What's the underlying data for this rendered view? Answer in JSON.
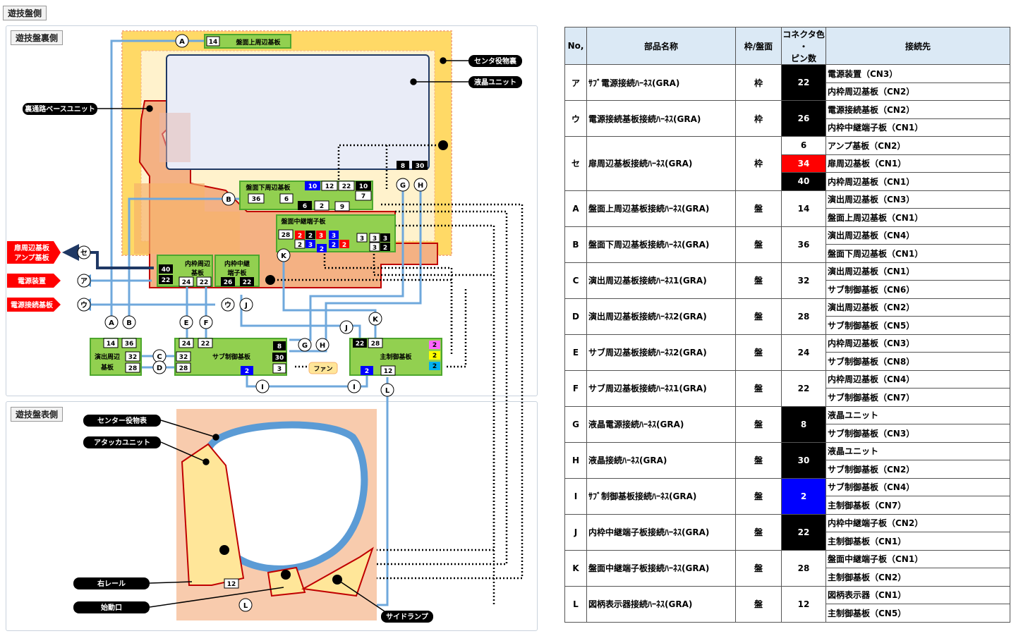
{
  "page_title": "遊技盤側",
  "section_back": "遊技盤裏側",
  "section_front": "遊技盤表側",
  "diagram": {
    "callouts": {
      "center_back": "センタ役物裏",
      "lcd_unit": "液晶ユニット",
      "base_unit": "裏通路ベースユニット",
      "center_front": "センター役物表",
      "attacker": "アタッカユニット",
      "right_rail": "右レール",
      "start_port": "始動口",
      "side_lamp": "サイドランプ"
    },
    "external": {
      "tobira": "扉周辺基板",
      "amp": "アンプ基板",
      "power": "電源装置",
      "power_conn": "電源接続基板"
    },
    "boards": {
      "upper": "盤面上周辺基板",
      "lower": "盤面下周辺基板",
      "relay": "盤面中継端子板",
      "inner_peri_1": "内枠周辺",
      "inner_peri_2": "基板",
      "inner_relay_1": "内枠中継",
      "inner_relay_2": "端子板",
      "enshutsu_1": "演出周辺",
      "enshutsu_2": "基板",
      "sub": "サブ制御基板",
      "main": "主制御基板",
      "fan": "ファン"
    },
    "pins": {
      "upper": "14",
      "lower_36": "36",
      "lower_6": "6",
      "n10": "10",
      "n12": "12",
      "n22": "22",
      "n7": "7",
      "n6": "6",
      "n2": "2",
      "n9": "9",
      "n28": "28",
      "n3": "3",
      "n40": "40",
      "n24": "24",
      "n26": "26",
      "n14": "14",
      "n32": "32",
      "n8": "8",
      "n30": "30"
    },
    "labels": {
      "A": "A",
      "B": "B",
      "C": "C",
      "D": "D",
      "E": "E",
      "F": "F",
      "G": "G",
      "H": "H",
      "I": "I",
      "J": "J",
      "K": "K",
      "L": "L",
      "a": "ア",
      "u": "ウ",
      "se": "セ"
    }
  },
  "table": {
    "headers": {
      "no": "No,",
      "name": "部品名称",
      "wp": "枠/盤面",
      "color_1": "コネクタ色",
      "color_2": "・",
      "color_3": "ピン数",
      "dest": "接続先"
    },
    "rows": [
      {
        "no": "ア",
        "name": "ｻﾌﾞ電源接続ﾊｰﾈｽ(GRA)",
        "wp": "枠",
        "pins": [
          {
            "v": "22",
            "c": "black",
            "d": [
              "電源装置（CN3）",
              "内枠周辺基板（CN2）"
            ]
          }
        ]
      },
      {
        "no": "ウ",
        "name": "電源接続基板接続ﾊｰﾈｽ(GRA)",
        "wp": "枠",
        "pins": [
          {
            "v": "26",
            "c": "black",
            "d": [
              "電源接続基板（CN2）",
              "内枠中継端子板（CN1）"
            ]
          }
        ]
      },
      {
        "no": "セ",
        "name": "扉周辺基板接続ﾊｰﾈｽ(GRA)",
        "wp": "枠",
        "pins": [
          {
            "v": "6",
            "c": "white",
            "d": [
              "アンプ基板（CN2）"
            ]
          },
          {
            "v": "34",
            "c": "red",
            "d": [
              "扉周辺基板（CN1）"
            ]
          },
          {
            "v": "40",
            "c": "black",
            "d": [
              "内枠周辺基板（CN1）"
            ]
          }
        ]
      },
      {
        "no": "A",
        "name": "盤面上周辺基板接続ﾊｰﾈｽ(GRA)",
        "wp": "盤",
        "pins": [
          {
            "v": "14",
            "c": "white",
            "d": [
              "演出周辺基板（CN3）",
              "盤面上周辺基板（CN1）"
            ]
          }
        ]
      },
      {
        "no": "B",
        "name": "盤面下周辺基板接続ﾊｰﾈｽ(GRA)",
        "wp": "盤",
        "pins": [
          {
            "v": "36",
            "c": "white",
            "d": [
              "演出周辺基板（CN4）",
              "盤面下周辺基板（CN1）"
            ]
          }
        ]
      },
      {
        "no": "C",
        "name": "演出周辺基板接続ﾊｰﾈｽ1(GRA)",
        "wp": "盤",
        "pins": [
          {
            "v": "32",
            "c": "white",
            "d": [
              "演出周辺基板（CN1）",
              "サブ制御基板（CN6）"
            ]
          }
        ]
      },
      {
        "no": "D",
        "name": "演出周辺基板接続ﾊｰﾈｽ2(GRA)",
        "wp": "盤",
        "pins": [
          {
            "v": "28",
            "c": "white",
            "d": [
              "演出周辺基板（CN2）",
              "サブ制御基板（CN5）"
            ]
          }
        ]
      },
      {
        "no": "E",
        "name": "サブ周辺基板接続ﾊｰﾈｽ2(GRA)",
        "wp": "盤",
        "pins": [
          {
            "v": "24",
            "c": "white",
            "d": [
              "内枠周辺基板（CN3）",
              "サブ制御基板（CN8）"
            ]
          }
        ]
      },
      {
        "no": "F",
        "name": "サブ周辺基板接続ﾊｰﾈｽ1(GRA)",
        "wp": "盤",
        "pins": [
          {
            "v": "22",
            "c": "white",
            "d": [
              "内枠周辺基板（CN4）",
              "サブ制御基板（CN7）"
            ]
          }
        ]
      },
      {
        "no": "G",
        "name": "液晶電源接続ﾊｰﾈｽ(GRA)",
        "wp": "盤",
        "pins": [
          {
            "v": "8",
            "c": "black",
            "d": [
              "液晶ユニット",
              "サブ制御基板（CN3）"
            ]
          }
        ]
      },
      {
        "no": "H",
        "name": "液晶接続ﾊｰﾈｽ(GRA)",
        "wp": "盤",
        "pins": [
          {
            "v": "30",
            "c": "black",
            "d": [
              "液晶ユニット",
              "サブ制御基板（CN2）"
            ]
          }
        ]
      },
      {
        "no": "I",
        "name": "ｻﾌﾞ制御基板接続ﾊｰﾈｽ(GRA)",
        "wp": "盤",
        "pins": [
          {
            "v": "2",
            "c": "blue",
            "d": [
              "サブ制御基板（CN4）",
              "主制御基板（CN7）"
            ]
          }
        ]
      },
      {
        "no": "J",
        "name": "内枠中継端子板接続ﾊｰﾈｽ(GRA)",
        "wp": "盤",
        "pins": [
          {
            "v": "22",
            "c": "black",
            "d": [
              "内枠中継端子板（CN2）",
              "主制御基板（CN1）"
            ]
          }
        ]
      },
      {
        "no": "K",
        "name": "盤面中継端子板接続ﾊｰﾈｽ(GRA)",
        "wp": "盤",
        "pins": [
          {
            "v": "28",
            "c": "white",
            "d": [
              "盤面中継端子板（CN1）",
              "主制御基板（CN2）"
            ]
          }
        ]
      },
      {
        "no": "L",
        "name": "図柄表示器接続ﾊｰﾈｽ(GRA)",
        "wp": "盤",
        "pins": [
          {
            "v": "12",
            "c": "white",
            "d": [
              "図柄表示器（CN1）",
              "主制御基板（CN5）"
            ]
          }
        ]
      }
    ]
  },
  "colors": {
    "black": "#000000",
    "red": "#ff0000",
    "blue": "#0000ff",
    "board_green": "#8fd36a",
    "harness_blue": "#6fa8dc",
    "header_blue": "#dbe9f5"
  }
}
